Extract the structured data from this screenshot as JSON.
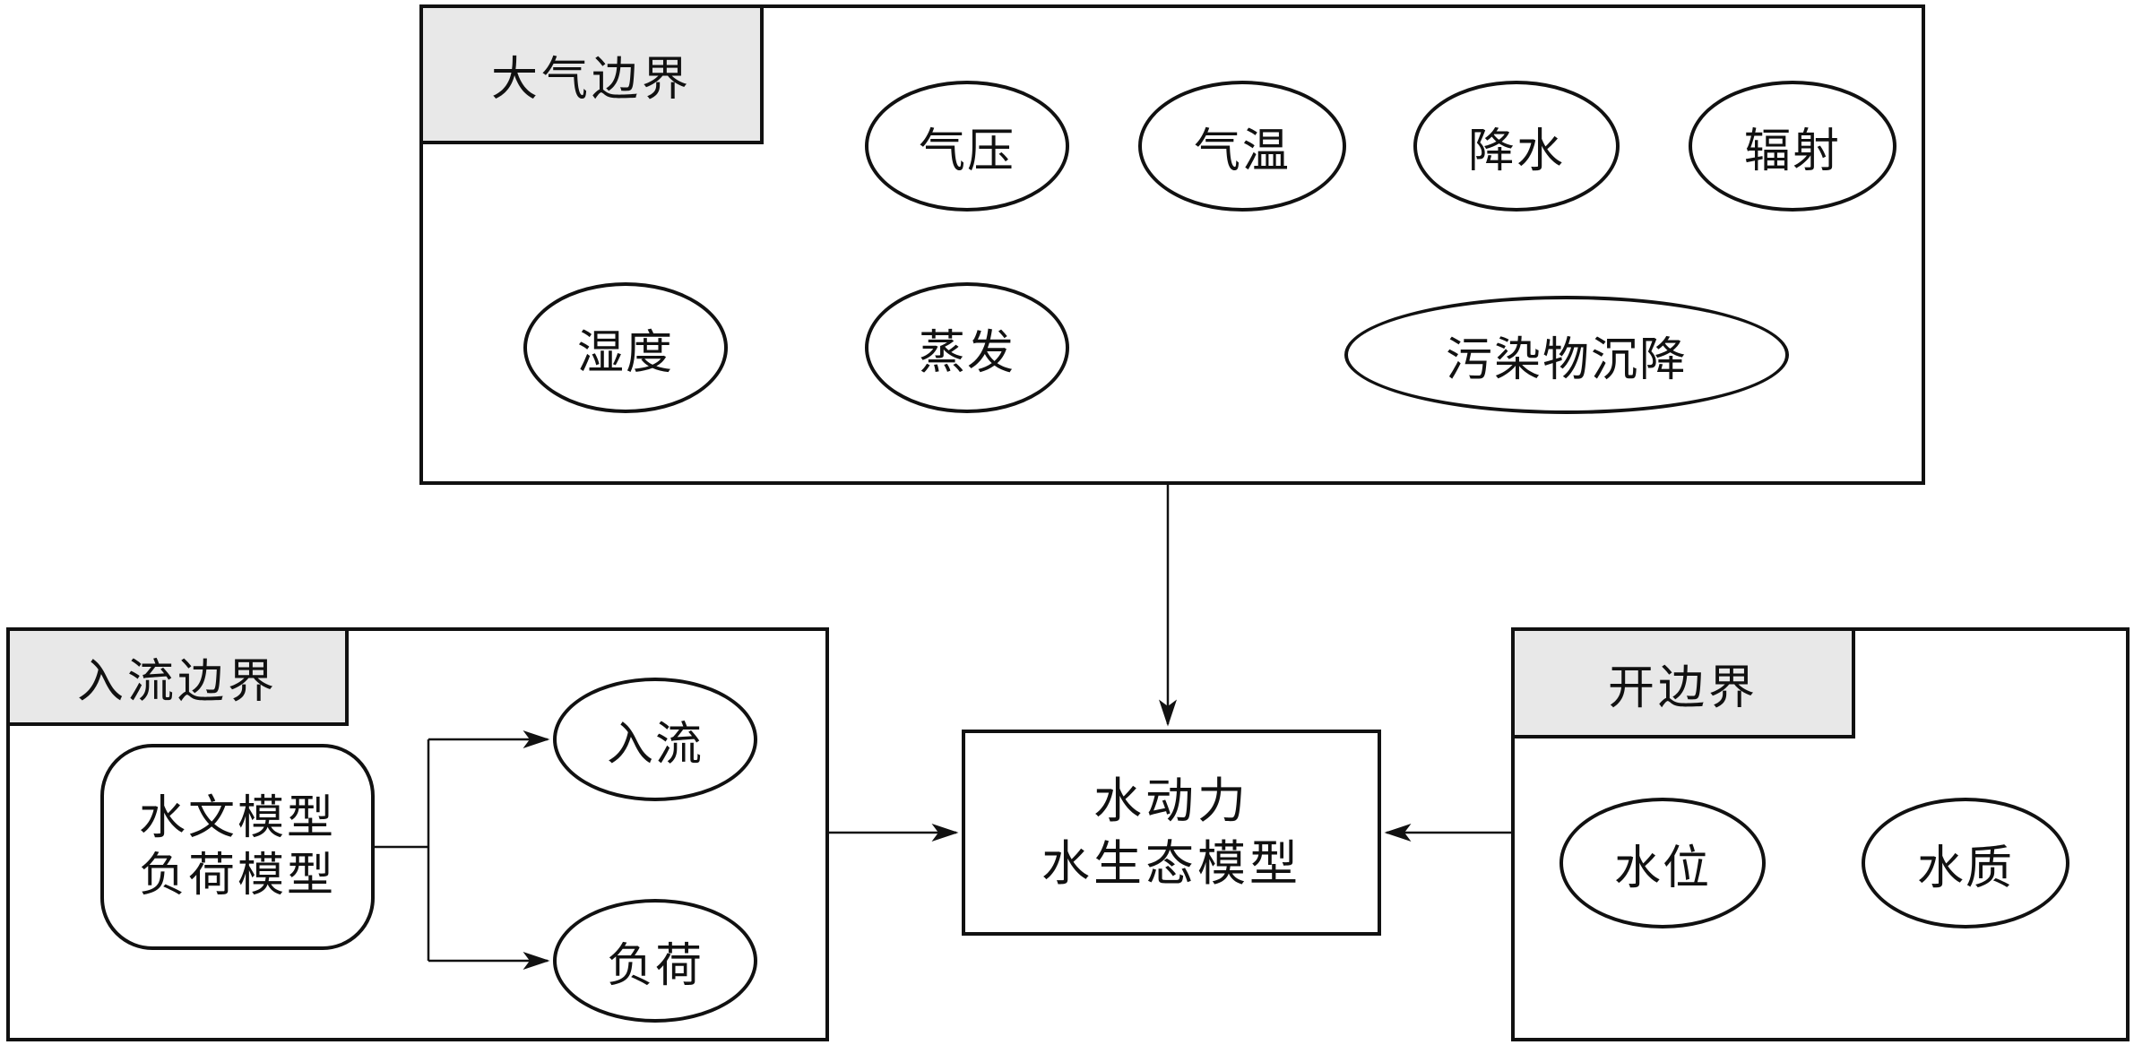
{
  "atmosphere": {
    "title": "大气边界",
    "items": [
      "气压",
      "气温",
      "降水",
      "辐射",
      "湿度",
      "蒸发",
      "污染物沉降"
    ]
  },
  "inflow": {
    "title": "入流边界",
    "models": [
      "水文模型",
      "负荷模型"
    ],
    "items": [
      "入流",
      "负荷"
    ]
  },
  "open": {
    "title": "开边界",
    "items": [
      "水位",
      "水质"
    ]
  },
  "center": {
    "lines": [
      "水动力",
      "水生态模型"
    ]
  }
}
